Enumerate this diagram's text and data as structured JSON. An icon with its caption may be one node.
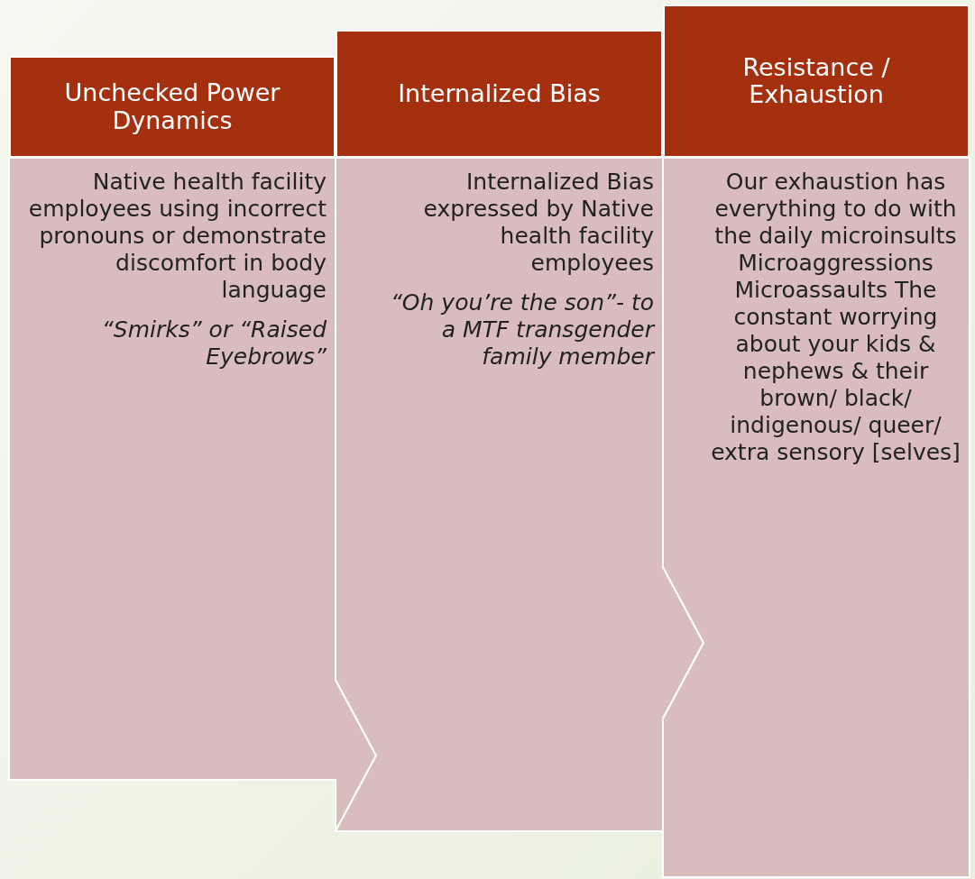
{
  "diagram": {
    "nodes": [
      {
        "text": [
          "Unchecked Power Dynamics"
        ]
      },
      {
        "text": [
          "Native health facility employees using incorrect pronouns or demonstrate discomfort in body language",
          "“Smirks” or “Raised Eyebrows”"
        ]
      },
      {
        "text": [
          "Internalized Bias"
        ]
      },
      {
        "text": [
          "Internalized Bias expressed by Native health facility employees",
          "“Oh you’re the son”- to a MTF transgender family member"
        ]
      },
      {
        "text": [
          "Resistance / Exhaustion"
        ]
      },
      {
        "text": [
          "Our exhaustion has everything to do with the daily microinsults Microaggressions Microassaults The constant worrying about your kids & nephews & their brown/ black/ indigenous/ queer/ extra sensory [selves]"
        ]
      }
    ]
  }
}
